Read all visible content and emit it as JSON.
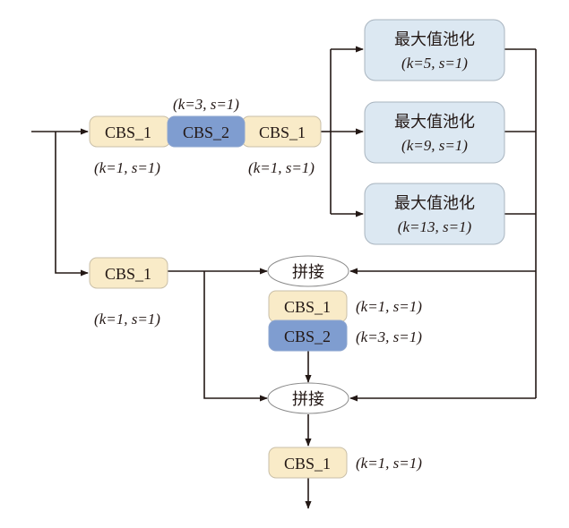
{
  "colors": {
    "cbs1_fill": "#f9ebc8",
    "cbs2_fill": "#7f9dd0",
    "pool_fill": "#dce8f2",
    "concat_fill": "#ffffff",
    "line": "#231815",
    "box_border": "#b9b0a0"
  },
  "top_row": {
    "blocks": [
      "CBS_1",
      "CBS_2",
      "CBS_1"
    ],
    "params_left": "(k=1, s=1)",
    "params_middle": "(k=3, s=1)",
    "params_right": "(k=1, s=1)"
  },
  "pools": [
    {
      "title": "最大值池化",
      "params": "(k=5, s=1)"
    },
    {
      "title": "最大值池化",
      "params": "(k=9, s=1)"
    },
    {
      "title": "最大值池化",
      "params": "(k=13, s=1)"
    }
  ],
  "branch": {
    "block": "CBS_1",
    "params": "(k=1, s=1)"
  },
  "concat_1": {
    "label": "拼接"
  },
  "middle_stack": {
    "blocks": [
      {
        "label": "CBS_1",
        "params": "(k=1, s=1)"
      },
      {
        "label": "CBS_2",
        "params": "(k=3, s=1)"
      }
    ]
  },
  "concat_2": {
    "label": "拼接"
  },
  "output_block": {
    "label": "CBS_1",
    "params": "(k=1, s=1)"
  }
}
